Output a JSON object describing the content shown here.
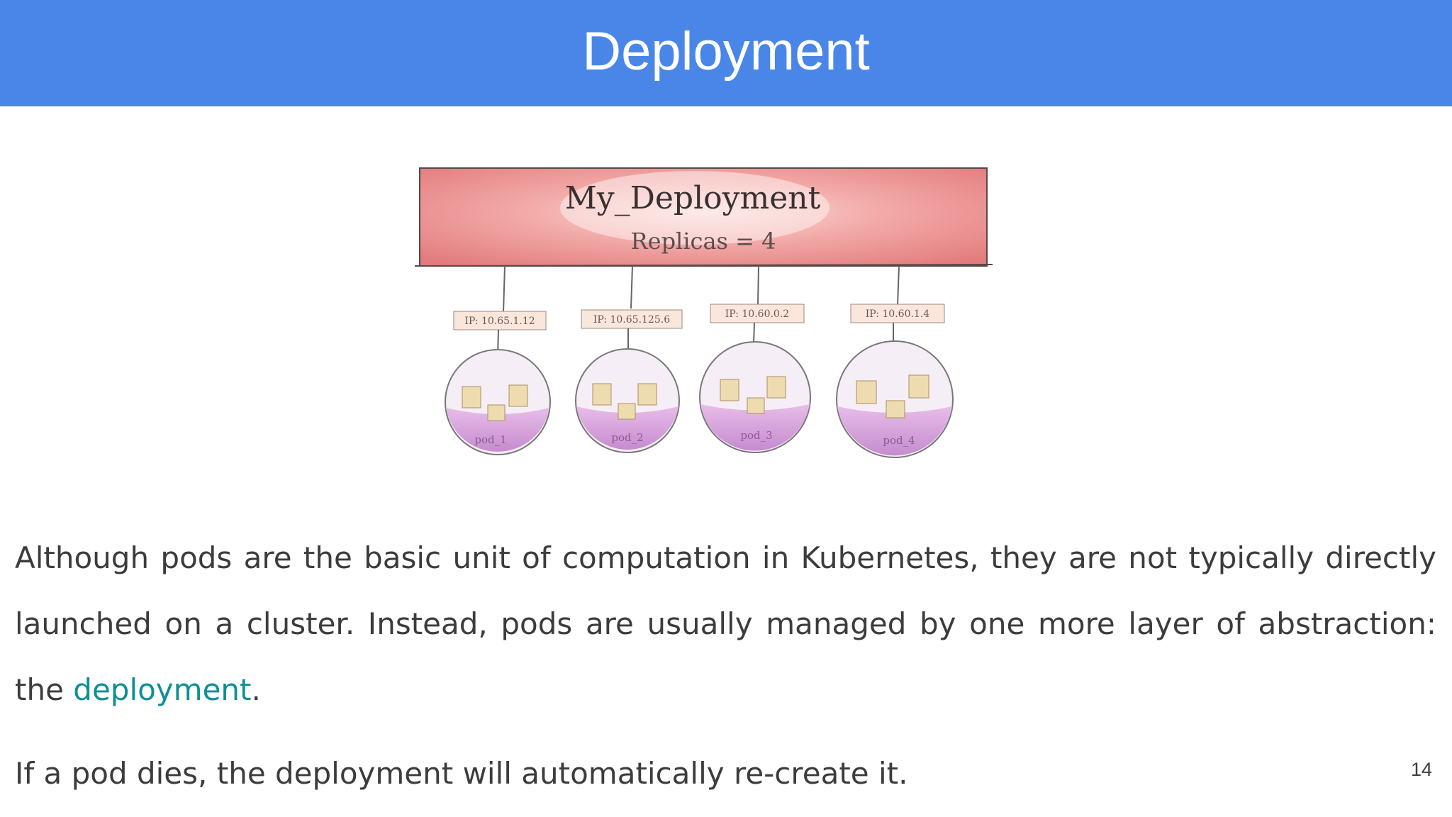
{
  "slide": {
    "title": "Deployment",
    "page_number": "14"
  },
  "diagram": {
    "deployment_name": "My_Deployment",
    "replicas_text": "Replicas = 4",
    "pods": [
      {
        "ip": "IP: 10.65.1.12",
        "name": "pod_1"
      },
      {
        "ip": "IP: 10.65.125.6",
        "name": "pod_2"
      },
      {
        "ip": "IP: 10.60.0.2",
        "name": "pod_3"
      },
      {
        "ip": "IP: 10.60.1.4",
        "name": "pod_4"
      }
    ]
  },
  "text": {
    "para1_main": "Although pods are the basic unit of computation in Kubernetes, they are not typically directly launched on a cluster. Instead, pods are usually managed by one more layer of abstraction: the ",
    "para1_link": "deployment",
    "para1_end": ".",
    "para2": "If a pod dies, the deployment will automatically re-create it."
  },
  "colors": {
    "header": "#4a86e8",
    "link": "#0f8f98",
    "deployment_box": "#e98a8a",
    "pod_liquid": "#c98fd0"
  }
}
